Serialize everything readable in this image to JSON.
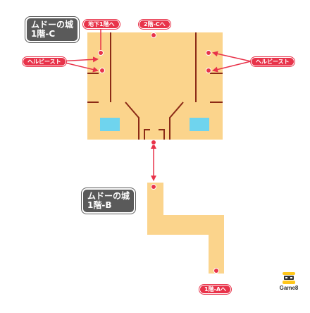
{
  "map": {
    "floor_c_title": [
      "ムドーの城",
      "1階-C"
    ],
    "floor_b_title": [
      "ムドーの城",
      "1階-B"
    ],
    "exit_basement": "地下1階へ",
    "exit_2f_c": "2階-Cへ",
    "exit_1f_a": "1階-Aへ",
    "npc_left": "ヘルビースト",
    "npc_right": "ヘルビースト"
  },
  "brand": {
    "name": "Game8"
  },
  "colors": {
    "floor": "#fbd48c",
    "wall": "#8b2a16",
    "water": "#6fd4ee",
    "marker": "#e8334a",
    "label_bg": "#5a5a5a"
  }
}
